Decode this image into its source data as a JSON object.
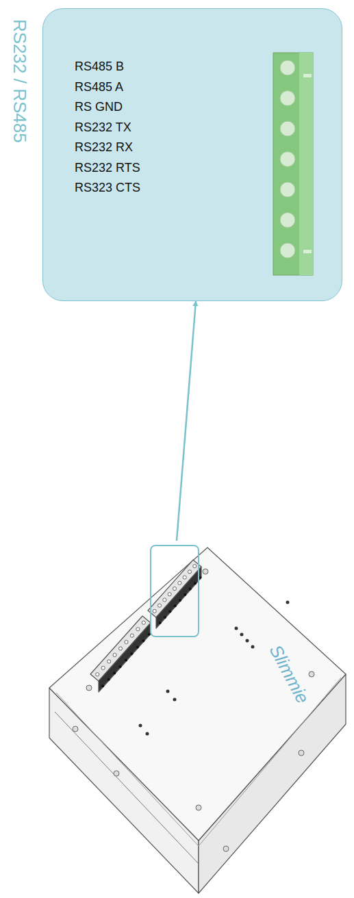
{
  "diagram": {
    "title": "RS232 / RS485",
    "nodes": [
      {
        "text": [
          "RS485 B",
          "RS485 A",
          "RS GND",
          "RS232 TX",
          "RS232 RX",
          "RS232 RTS",
          "RS323 CTS"
        ]
      },
      {
        "text": [
          "Slimmie"
        ]
      }
    ],
    "edges": [
      {
        "from": 1,
        "to": 0,
        "arrow": "to"
      }
    ]
  }
}
